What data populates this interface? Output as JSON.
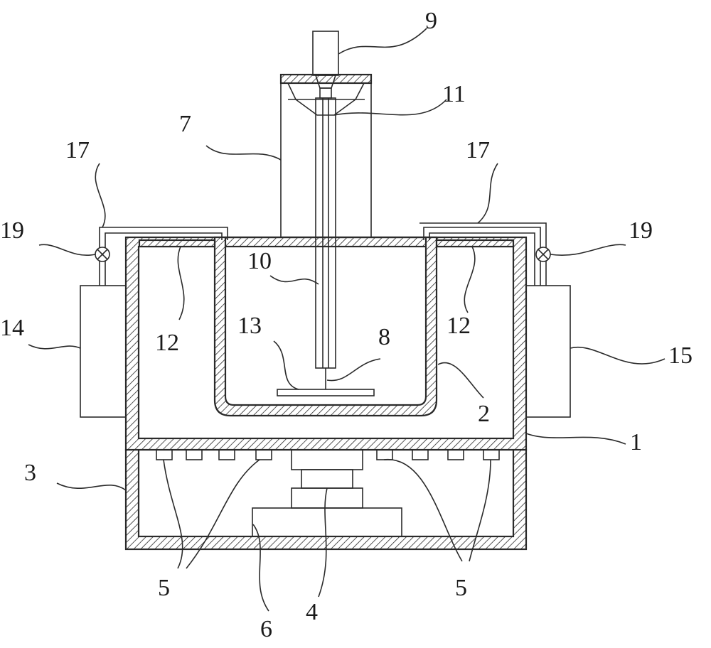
{
  "diagram": {
    "labels": {
      "l1": "1",
      "l2": "2",
      "l3": "3",
      "l4": "4",
      "l5a": "5",
      "l5b": "5",
      "l6": "6",
      "l7": "7",
      "l8": "8",
      "l9": "9",
      "l10": "10",
      "l11": "11",
      "l12a": "12",
      "l12b": "12",
      "l13": "13",
      "l14": "14",
      "l15": "15",
      "l17a": "17",
      "l17b": "17",
      "l19a": "19",
      "l19b": "19"
    },
    "colors": {
      "line": "#2a2a2a",
      "background": "#ffffff"
    }
  }
}
